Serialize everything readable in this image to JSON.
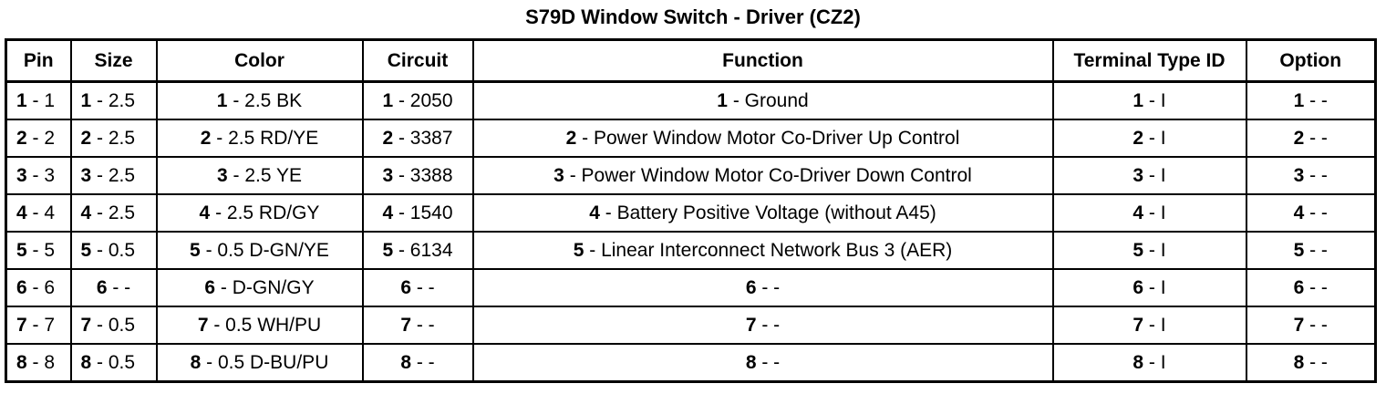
{
  "title": "S79D Window Switch - Driver (CZ2)",
  "headers": [
    "Pin",
    "Size",
    "Color",
    "Circuit",
    "Function",
    "Terminal Type ID",
    "Option"
  ],
  "rows": [
    {
      "pin": {
        "num": "1",
        "text": " - 1"
      },
      "size": {
        "num": "1",
        "text": " - 2.5"
      },
      "color": {
        "num": "1",
        "text": " - 2.5 BK"
      },
      "circuit": {
        "num": "1",
        "text": " - 2050"
      },
      "function": {
        "num": "1",
        "text": " - Ground"
      },
      "terminal": {
        "num": "1",
        "text": " - I"
      },
      "option": {
        "num": "1",
        "text": " - -"
      }
    },
    {
      "pin": {
        "num": "2",
        "text": " - 2"
      },
      "size": {
        "num": "2",
        "text": " - 2.5"
      },
      "color": {
        "num": "2",
        "text": " - 2.5 RD/YE"
      },
      "circuit": {
        "num": "2",
        "text": " - 3387"
      },
      "function": {
        "num": "2",
        "text": " - Power Window Motor Co-Driver Up Control"
      },
      "terminal": {
        "num": "2",
        "text": " - I"
      },
      "option": {
        "num": "2",
        "text": " - -"
      }
    },
    {
      "pin": {
        "num": "3",
        "text": " - 3"
      },
      "size": {
        "num": "3",
        "text": " - 2.5"
      },
      "color": {
        "num": "3",
        "text": " - 2.5 YE"
      },
      "circuit": {
        "num": "3",
        "text": " - 3388"
      },
      "function": {
        "num": "3",
        "text": " - Power Window Motor Co-Driver Down Control"
      },
      "terminal": {
        "num": "3",
        "text": " - I"
      },
      "option": {
        "num": "3",
        "text": " - -"
      }
    },
    {
      "pin": {
        "num": "4",
        "text": " - 4"
      },
      "size": {
        "num": "4",
        "text": " - 2.5"
      },
      "color": {
        "num": "4",
        "text": " - 2.5 RD/GY"
      },
      "circuit": {
        "num": "4",
        "text": " - 1540"
      },
      "function": {
        "num": "4",
        "text": " - Battery Positive Voltage (without A45)"
      },
      "terminal": {
        "num": "4",
        "text": " - I"
      },
      "option": {
        "num": "4",
        "text": " - -"
      }
    },
    {
      "pin": {
        "num": "5",
        "text": " - 5"
      },
      "size": {
        "num": "5",
        "text": " - 0.5"
      },
      "color": {
        "num": "5",
        "text": " - 0.5 D-GN/YE"
      },
      "circuit": {
        "num": "5",
        "text": " - 6134"
      },
      "function": {
        "num": "5",
        "text": " - Linear Interconnect Network Bus 3 (AER)"
      },
      "terminal": {
        "num": "5",
        "text": " - I"
      },
      "option": {
        "num": "5",
        "text": " - -"
      }
    },
    {
      "pin": {
        "num": "6",
        "text": " - 6"
      },
      "size": {
        "num": "6",
        "text": " - -"
      },
      "color": {
        "num": "6",
        "text": " - D-GN/GY"
      },
      "circuit": {
        "num": "6",
        "text": " - -"
      },
      "function": {
        "num": "6",
        "text": " - -"
      },
      "terminal": {
        "num": "6",
        "text": " - I"
      },
      "option": {
        "num": "6",
        "text": " - -"
      }
    },
    {
      "pin": {
        "num": "7",
        "text": " - 7"
      },
      "size": {
        "num": "7",
        "text": " - 0.5"
      },
      "color": {
        "num": "7",
        "text": " - 0.5 WH/PU"
      },
      "circuit": {
        "num": "7",
        "text": " - -"
      },
      "function": {
        "num": "7",
        "text": " - -"
      },
      "terminal": {
        "num": "7",
        "text": " - I"
      },
      "option": {
        "num": "7",
        "text": " - -"
      }
    },
    {
      "pin": {
        "num": "8",
        "text": " - 8"
      },
      "size": {
        "num": "8",
        "text": " - 0.5"
      },
      "color": {
        "num": "8",
        "text": " - 0.5 D-BU/PU"
      },
      "circuit": {
        "num": "8",
        "text": " - -"
      },
      "function": {
        "num": "8",
        "text": " - -"
      },
      "terminal": {
        "num": "8",
        "text": " - I"
      },
      "option": {
        "num": "8",
        "text": " - -"
      }
    }
  ]
}
